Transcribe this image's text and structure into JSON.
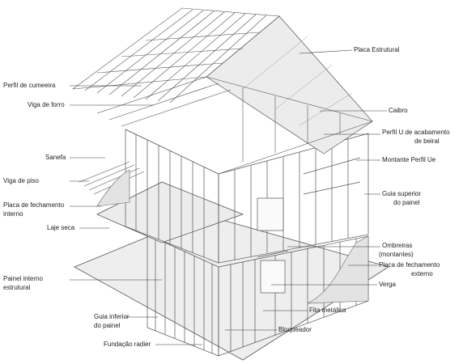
{
  "labels": {
    "placa_estrutural": "Placa Estrutural",
    "perfil_cumeeira": "Perfil de cumeeira",
    "viga_forro": "Viga de forro",
    "caibro": "Caibro",
    "perfil_u_1": "Perfil U de acabamento",
    "perfil_u_2": "de beiral",
    "sanefa": "Sanefa",
    "montante": "Montante Perfil Ue",
    "viga_piso": "Viga de piso",
    "guia_sup_1": "Guia superior",
    "guia_sup_2": "do painel",
    "placa_fech_int_1": "Placa de fechamento",
    "placa_fech_int_2": "interno",
    "laje_seca": "Laje seca",
    "ombreiras_1": "Ombreiras",
    "ombreiras_2": "(montantes)",
    "placa_fech_ext_1": "Placa de fechamento",
    "placa_fech_ext_2": "externo",
    "painel_int_1": "Painel interno",
    "painel_int_2": "estrutural",
    "verga": "Verga",
    "fita_metalica": "Fita metálica",
    "guia_inf_1": "Guia inferior",
    "guia_inf_2": "do painel",
    "bloqueador": "Bloqueador",
    "fundacao": "Fundação radier"
  },
  "colors": {
    "line": "#444444",
    "sheet": "#e6e6e6",
    "leader": "#333333"
  }
}
